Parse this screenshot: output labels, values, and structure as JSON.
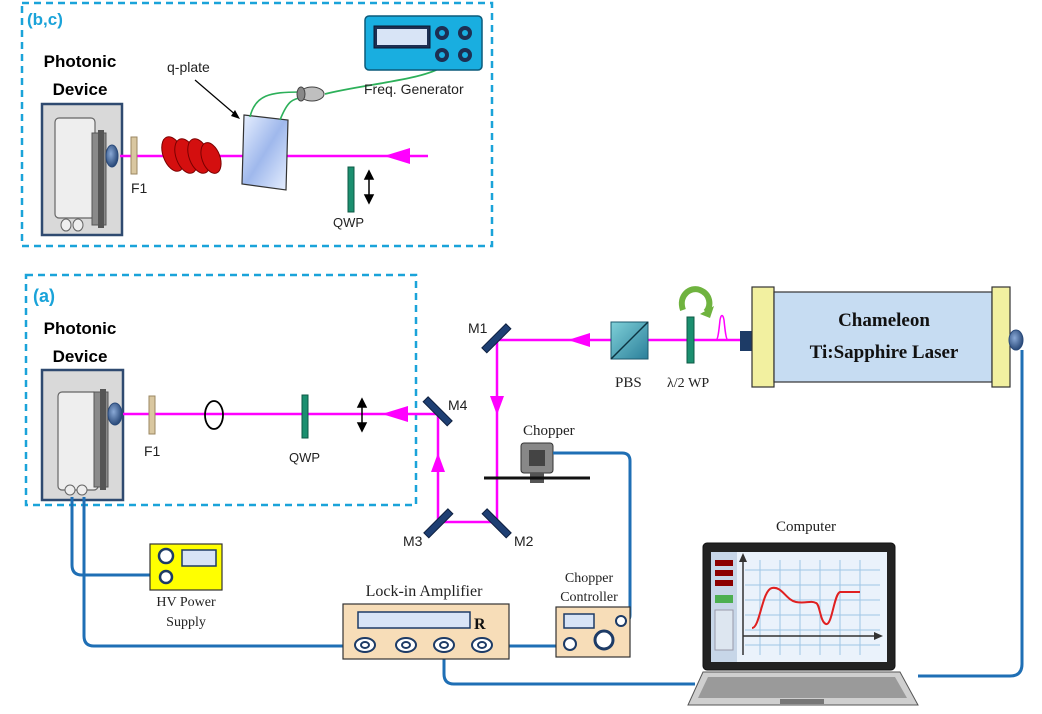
{
  "panel_bc": {
    "tag": "(b,c)",
    "device_line1": "Photonic",
    "device_line2": "Device",
    "q_plate": "q-plate",
    "f1": "F1",
    "qwp": "QWP",
    "freq_generator": "Freq. Generator"
  },
  "panel_a": {
    "tag": "(a)",
    "device_line1": "Photonic",
    "device_line2": "Device",
    "f1": "F1",
    "qwp": "QWP"
  },
  "mirrors": {
    "m1": "M1",
    "m2": "M2",
    "m3": "M3",
    "m4": "M4"
  },
  "optics": {
    "pbs": "PBS",
    "half_wp": "λ/2 WP"
  },
  "laser": {
    "line1": "Chameleon",
    "line2": "Ti:Sapphire Laser"
  },
  "chopper": {
    "label": "Chopper",
    "controller_line1": "Chopper",
    "controller_line2": "Controller"
  },
  "lockin": {
    "label": "Lock-in Amplifier",
    "r": "R"
  },
  "hv": {
    "line1": "HV Power",
    "line2": "Supply"
  },
  "computer": {
    "label": "Computer"
  },
  "colors": {
    "beam": "#ff00ff",
    "cable": "#1f6fb5",
    "dashed_box": "#1aa3d9",
    "tag_text": "#1aa3d9",
    "laser_body": "#c6dcf2",
    "laser_caps": "#f2f0a0",
    "mirror": "#1e3f73",
    "qwp": "#1b8f6f",
    "filter": "#d9c7a0",
    "amplifier_body": "#f7ddb8"
  }
}
